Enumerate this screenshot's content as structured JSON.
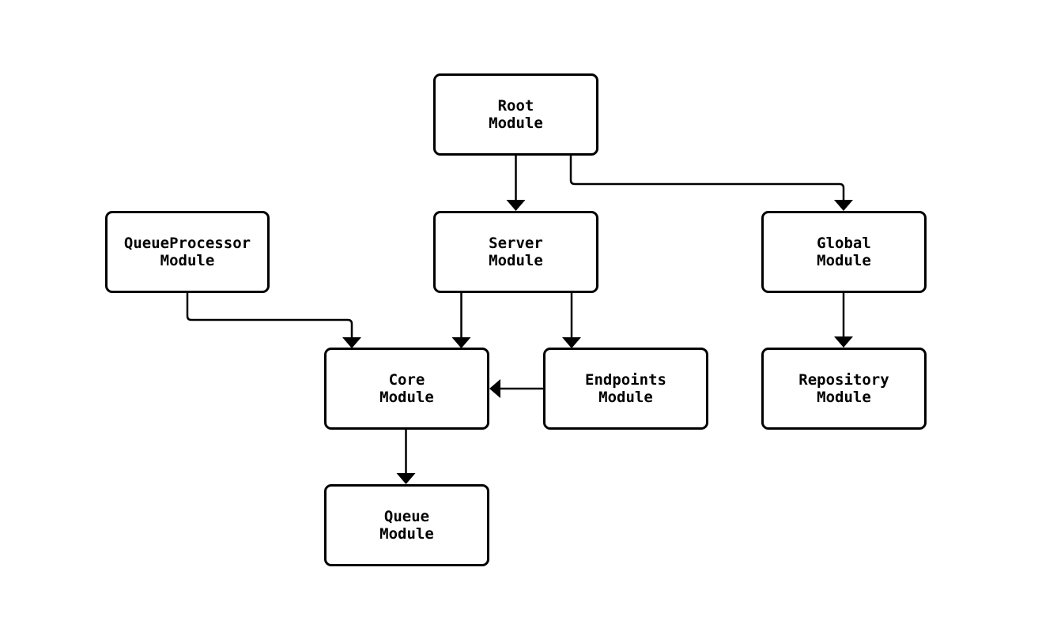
{
  "diagram": {
    "kind": "module-dependency-flowchart",
    "background_color": "#ffffff",
    "node_fill_color": "#ffffff",
    "line_color": "#000000",
    "text_color": "#000000"
  },
  "nodes": [
    {
      "id": "root",
      "line1": "Root",
      "line2": "Module"
    },
    {
      "id": "queueprocessor",
      "line1": "QueueProcessor",
      "line2": "Module"
    },
    {
      "id": "server",
      "line1": "Server",
      "line2": "Module"
    },
    {
      "id": "global",
      "line1": "Global",
      "line2": "Module"
    },
    {
      "id": "core",
      "line1": "Core",
      "line2": "Module"
    },
    {
      "id": "endpoints",
      "line1": "Endpoints",
      "line2": "Module"
    },
    {
      "id": "repository",
      "line1": "Repository",
      "line2": "Module"
    },
    {
      "id": "queue",
      "line1": "Queue",
      "line2": "Module"
    }
  ],
  "edges": [
    {
      "from": "root",
      "to": "server"
    },
    {
      "from": "root",
      "to": "global"
    },
    {
      "from": "queueprocessor",
      "to": "core"
    },
    {
      "from": "server",
      "to": "core"
    },
    {
      "from": "server",
      "to": "endpoints"
    },
    {
      "from": "endpoints",
      "to": "core"
    },
    {
      "from": "core",
      "to": "queue"
    },
    {
      "from": "global",
      "to": "repository"
    }
  ]
}
